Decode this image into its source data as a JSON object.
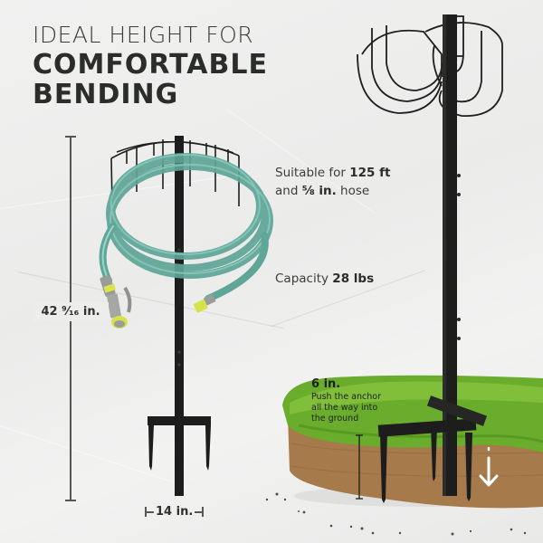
{
  "headline": {
    "line1": "IDEAL HEIGHT FOR",
    "line2": "COMFORTABLE",
    "line3": "BENDING"
  },
  "features": [
    {
      "prefix": "Suitable for ",
      "bold": "125 ft",
      "line2_prefix": "and ",
      "line2_bold": "⅝ in.",
      "line2_suffix": " hose"
    },
    {
      "prefix": "Capacity ",
      "bold": "28 lbs"
    }
  ],
  "dimensions": {
    "height": "42 ⁹⁄₁₆ in.",
    "width": "14 in.",
    "anchor_depth": "6 in.",
    "anchor_note_lines": [
      "Push the anchor",
      "all the way into",
      "the ground"
    ]
  },
  "icons": {
    "down_arrow": "arrow-down-icon"
  },
  "colors": {
    "background": "#eeeeed",
    "text_dark": "#2b2d2a",
    "hose": "#6fb5a8",
    "hose_fitting": "#d6e24a",
    "metal": "#1e1f1e",
    "grass": "#6cae2e",
    "soil": "#a97c4c"
  }
}
